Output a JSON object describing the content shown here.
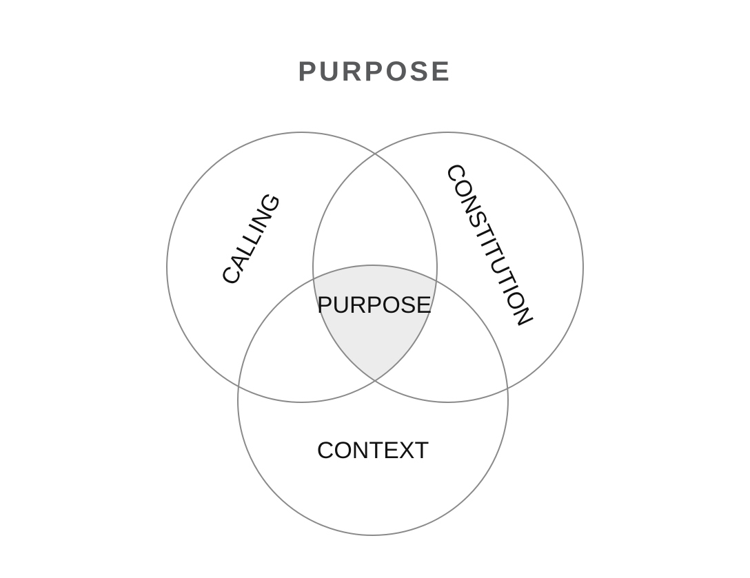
{
  "title": "PURPOSE",
  "sets": {
    "calling": "CALLING",
    "constitution": "CONSTITUTION",
    "context": "CONTEXT"
  },
  "intersection": "PURPOSE",
  "colors": {
    "title": "#58595b",
    "circle_stroke": "#8a8a8a",
    "intersection_fill": "#ebeceb",
    "label": "#111111"
  }
}
